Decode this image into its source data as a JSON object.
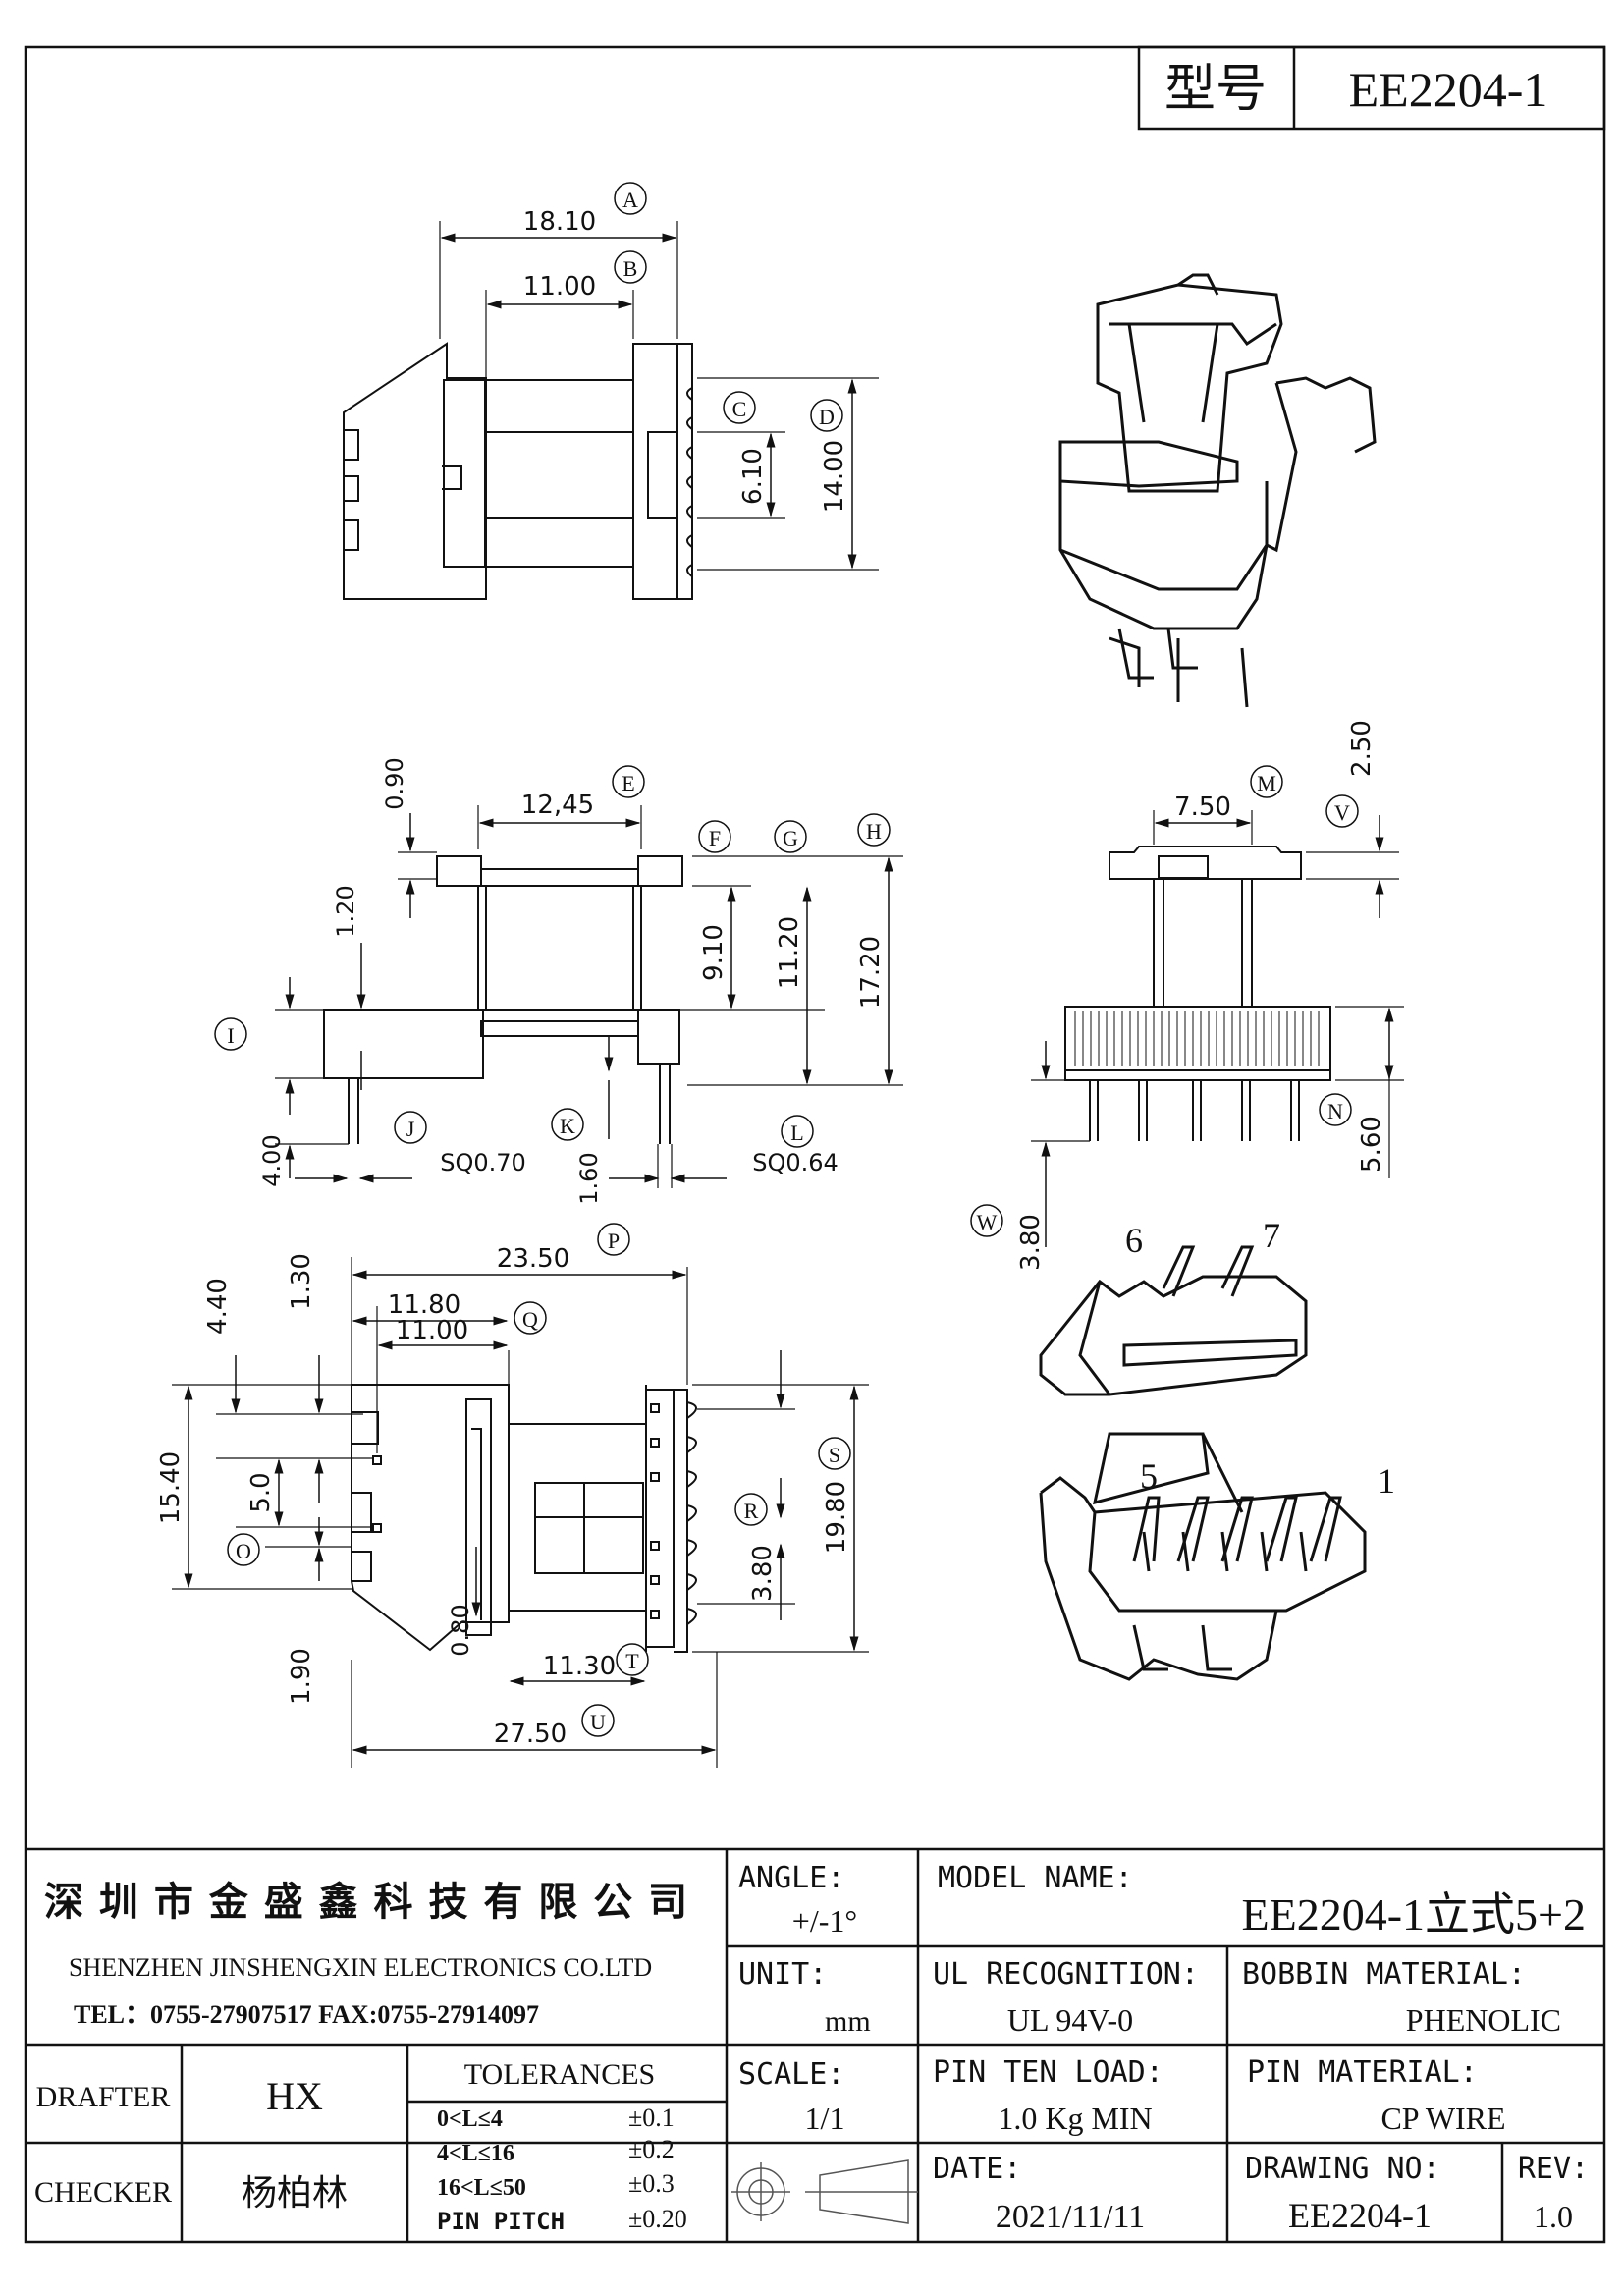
{
  "header": {
    "model_label": "型号",
    "model_value": "EE2204-1"
  },
  "dims": {
    "A": "18.10",
    "B": "11.00",
    "C": "6.10",
    "D": "14.00",
    "E": "12,45",
    "F": "",
    "G": "",
    "H": "17.20",
    "dim_090": "0.90",
    "dim_120": "1.20",
    "dim_910": "9.10",
    "dim_1120": "11.20",
    "I": "",
    "J": "SQ0.70",
    "K": "1.60",
    "L": "SQ0.64",
    "dim_400": "4.00",
    "M": "7.50",
    "V": "2.50",
    "N": "5.60",
    "W": "3.80",
    "P": "23.50",
    "Q_outer": "11.80",
    "Q_inner": "11.00",
    "dim_440": "4.40",
    "dim_130": "1.30",
    "dim_1540": "15.40",
    "dim_50": "5.0",
    "dim_190": "1.90",
    "dim_080": "0.80",
    "R": "3.80",
    "S": "19.80",
    "T": "11.30",
    "U": "27.50"
  },
  "balloons": [
    "A",
    "B",
    "C",
    "D",
    "E",
    "F",
    "G",
    "H",
    "I",
    "J",
    "K",
    "L",
    "M",
    "V",
    "N",
    "W",
    "P",
    "Q",
    "O",
    "R",
    "S",
    "T",
    "U"
  ],
  "pin_labels": {
    "p6": "6",
    "p7": "7",
    "p5": "5",
    "p1": "1"
  },
  "title_block": {
    "company_cn": "深 圳 市 金 盛 鑫 科 技 有 限 公 司",
    "company_en": "SHENZHEN JINSHENGXIN ELECTRONICS CO.LTD",
    "contact": "TEL：0755-27907517 FAX:0755-27914097",
    "angle_label": "ANGLE:",
    "angle_value": "+/-1°",
    "model_name_label": "MODEL NAME:",
    "model_name_value": "EE2204-1立式5+2",
    "unit_label": "UNIT:",
    "unit_value": "mm",
    "ul_label": "UL RECOGNITION:",
    "ul_value": "UL 94V-0",
    "bobbin_label": "BOBBIN MATERIAL:",
    "bobbin_value": "PHENOLIC",
    "drafter_label": "DRAFTER",
    "drafter_value": "HX",
    "tolerances_label": "TOLERANCES",
    "tolerances": [
      {
        "range": "0<L≤4",
        "value": "±0.1"
      },
      {
        "range": "4<L≤16",
        "value": "±0.2"
      },
      {
        "range": "16<L≤50",
        "value": "±0.3"
      },
      {
        "range": "PIN PITCH",
        "value": "±0.20"
      }
    ],
    "scale_label": "SCALE:",
    "scale_value": "1/1",
    "pin_load_label": "PIN TEN LOAD:",
    "pin_load_value": "1.0 Kg MIN",
    "pin_material_label": "PIN MATERIAL:",
    "pin_material_value": "CP WIRE",
    "checker_label": "CHECKER",
    "checker_value": "杨柏林",
    "date_label": "DATE:",
    "date_value": "2021/11/11",
    "drawing_no_label": "DRAWING NO:",
    "drawing_no_value": "EE2204-1",
    "rev_label": "REV:",
    "rev_value": "1.0"
  }
}
